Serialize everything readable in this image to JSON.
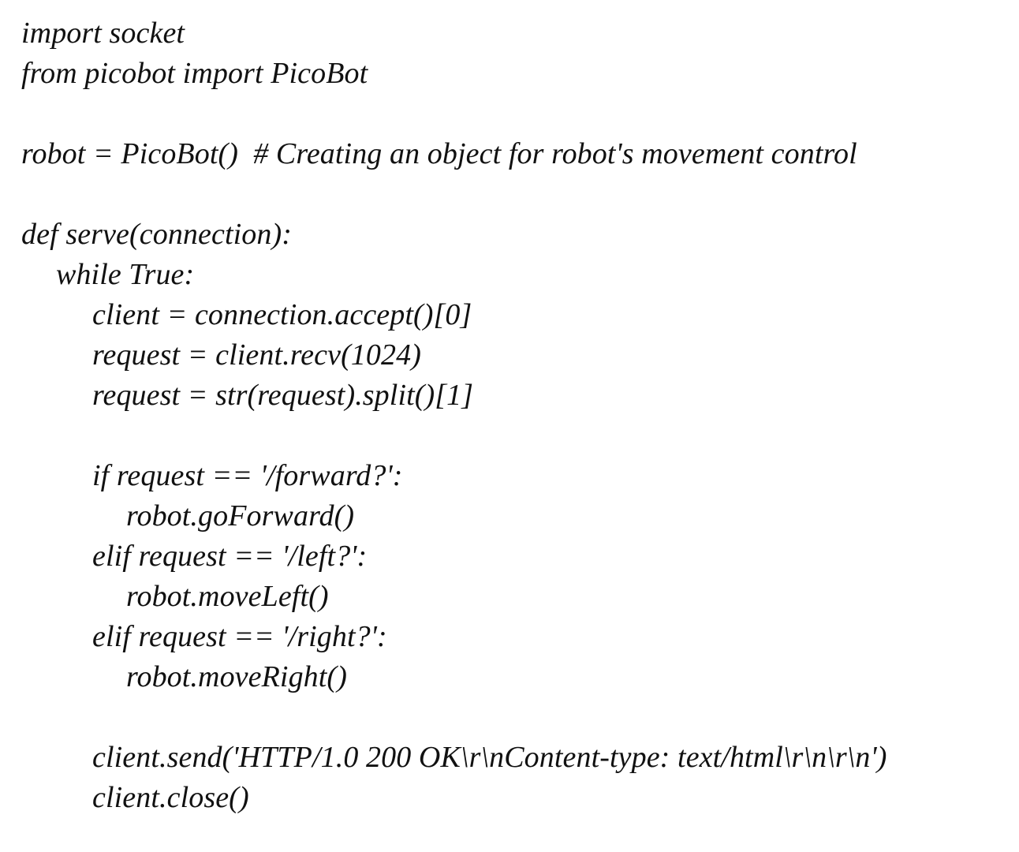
{
  "document": {
    "kind": "code-listing",
    "language": "Python",
    "background_color": "#ffffff",
    "text_color": "#111111",
    "font_style": "italic-serif",
    "lines": [
      {
        "indent": 0,
        "text": "import socket"
      },
      {
        "indent": 0,
        "text": "from picobot import PicoBot"
      },
      {
        "indent": 0,
        "text": ""
      },
      {
        "indent": 0,
        "text": "robot = PicoBot()  # Creating an object for robot's movement control"
      },
      {
        "indent": 0,
        "text": ""
      },
      {
        "indent": 0,
        "text": "def serve(connection):"
      },
      {
        "indent": 1,
        "text": "while True:"
      },
      {
        "indent": 2,
        "text": "client = connection.accept()[0]"
      },
      {
        "indent": 2,
        "text": "request = client.recv(1024)"
      },
      {
        "indent": 2,
        "text": "request = str(request).split()[1]"
      },
      {
        "indent": 0,
        "text": ""
      },
      {
        "indent": 2,
        "text": "if request == '/forward?':"
      },
      {
        "indent": 3,
        "text": "robot.goForward()"
      },
      {
        "indent": 2,
        "text": "elif request == '/left?':"
      },
      {
        "indent": 3,
        "text": "robot.moveLeft()"
      },
      {
        "indent": 2,
        "text": "elif request == '/right?':"
      },
      {
        "indent": 3,
        "text": "robot.moveRight()"
      },
      {
        "indent": 0,
        "text": ""
      },
      {
        "indent": 2,
        "text": "client.send('HTTP/1.0 200 OK\\r\\nContent-type: text/html\\r\\n\\r\\n')"
      },
      {
        "indent": 2,
        "text": "client.close()"
      }
    ]
  }
}
